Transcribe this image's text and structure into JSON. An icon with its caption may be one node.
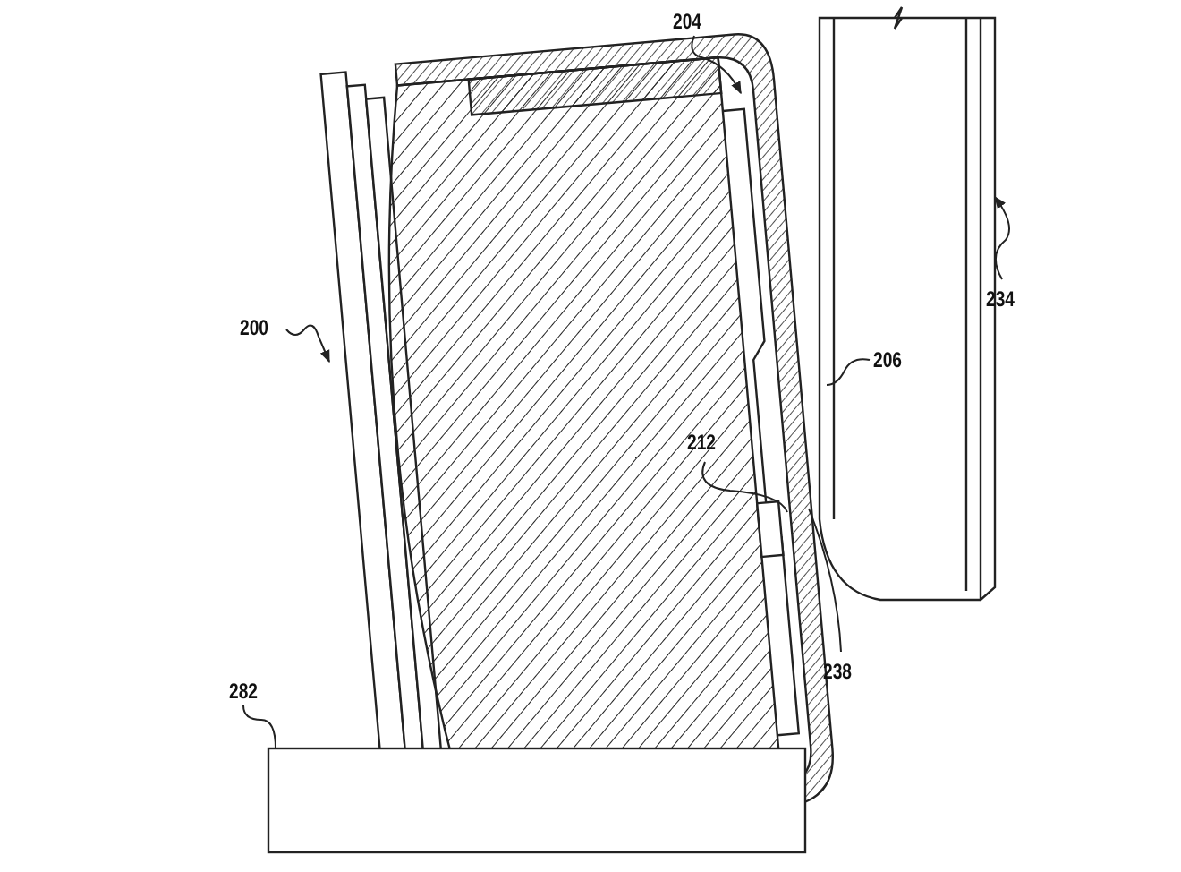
{
  "diagram": {
    "nodes": [
      {
        "text": [
          "200"
        ]
      },
      {
        "text": [
          "204"
        ]
      },
      {
        "text": [
          "206"
        ]
      },
      {
        "text": [
          "212"
        ]
      },
      {
        "text": [
          "234"
        ]
      },
      {
        "text": [
          "238"
        ]
      },
      {
        "text": [
          "282"
        ]
      }
    ],
    "edges": [
      {
        "from": 0,
        "to": null,
        "arrow": "to"
      },
      {
        "from": 1,
        "to": null,
        "arrow": "to"
      },
      {
        "from": 2,
        "to": null,
        "arrow": "none"
      },
      {
        "from": 3,
        "to": null,
        "arrow": "none"
      },
      {
        "from": 4,
        "to": null,
        "arrow": "to"
      },
      {
        "from": 5,
        "to": null,
        "arrow": "none"
      },
      {
        "from": 6,
        "to": null,
        "arrow": "none"
      }
    ]
  }
}
